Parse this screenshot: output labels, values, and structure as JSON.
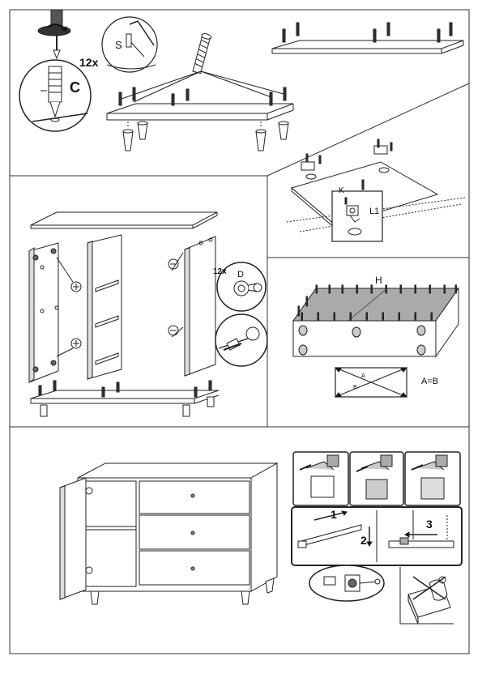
{
  "step1": {
    "qty_label": "12x",
    "part_c": "C",
    "part_s": "S"
  },
  "step3": {
    "part_k": "K",
    "part_l1": "L1"
  },
  "step4": {
    "qty_label": "12x",
    "part_d": "D"
  },
  "step5": {
    "part_h": "H",
    "diag_a": "A",
    "diag_b": "B",
    "equality": "A=B"
  },
  "step6": {
    "num_1": "1",
    "num_2": "2",
    "num_3": "3"
  }
}
